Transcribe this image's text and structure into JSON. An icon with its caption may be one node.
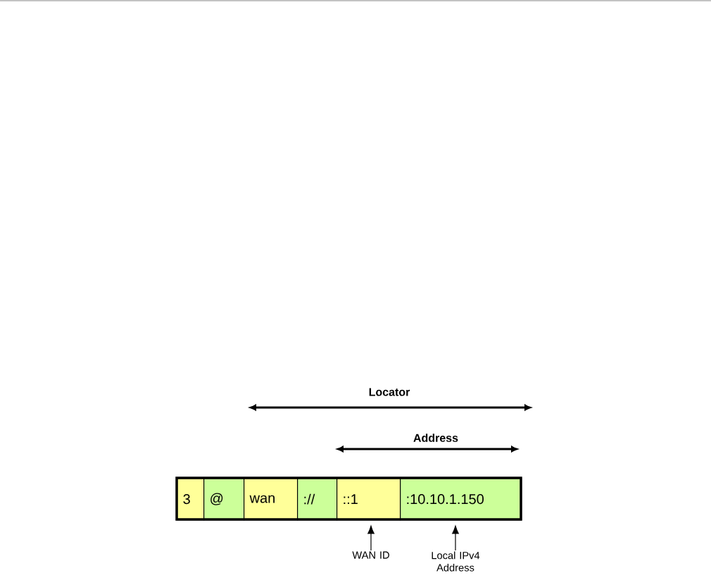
{
  "diagram": {
    "nodes": [
      {
        "text": [
          "3"
        ]
      },
      {
        "text": [
          "@"
        ]
      },
      {
        "text": [
          "wan"
        ]
      },
      {
        "text": [
          "://"
        ]
      },
      {
        "text": [
          "::1"
        ]
      },
      {
        "text": [
          ":10.10.1.150"
        ]
      },
      {
        "text": [
          "WAN ID"
        ]
      },
      {
        "text": [
          "Local IPv4 Address"
        ]
      }
    ],
    "edges": [
      {
        "from": 6,
        "to": 4,
        "arrow": "to"
      },
      {
        "from": 7,
        "to": 5,
        "arrow": "to"
      }
    ],
    "labels": [
      "Locator",
      "Address"
    ]
  }
}
